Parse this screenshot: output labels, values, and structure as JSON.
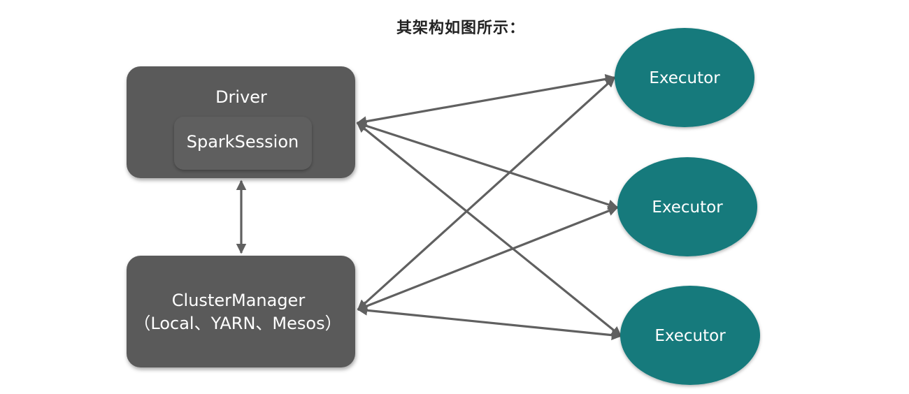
{
  "title": "其架构如图所示：",
  "driver": {
    "label": "Driver",
    "session_label": "SparkSession"
  },
  "cluster_manager": {
    "label": "ClusterManager",
    "sub_label": "（Local、YARN、Mesos）"
  },
  "executors": [
    {
      "label": "Executor"
    },
    {
      "label": "Executor"
    },
    {
      "label": "Executor"
    }
  ],
  "colors": {
    "box_fill": "#5a5a5a",
    "inner_box_fill": "#5e5e5e",
    "executor_fill": "#127a7c",
    "arrow": "#606060",
    "text": "#ffffff"
  }
}
